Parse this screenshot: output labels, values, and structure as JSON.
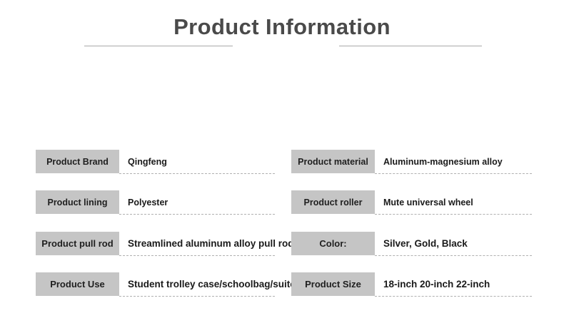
{
  "header": {
    "title": "Product Information",
    "rule_color": "#a9a9a9"
  },
  "theme": {
    "label_background": "#c5c5c5",
    "title_color": "#4a4a4a",
    "value_color": "#1a1a1a",
    "dashed_rule_color": "#b0b0b0",
    "page_background": "#ffffff"
  },
  "spec_table": {
    "columns": [
      {
        "name": "left",
        "rows": [
          {
            "label": "Product Brand",
            "value": "Qingfeng"
          },
          {
            "label": "Product lining",
            "value": "Polyester"
          },
          {
            "label": "Product pull rod",
            "value": "Streamlined aluminum alloy pull rod"
          },
          {
            "label": "Product Use",
            "value": "Student trolley case/schoolbag/suitcase"
          }
        ]
      },
      {
        "name": "right",
        "rows": [
          {
            "label": "Product material",
            "value": "Aluminum-magnesium alloy"
          },
          {
            "label": "Product roller",
            "value": "Mute universal wheel"
          },
          {
            "label": "Color:",
            "value": "Silver, Gold, Black"
          },
          {
            "label": "Product Size",
            "value": "18-inch 20-inch 22-inch"
          }
        ]
      }
    ]
  }
}
